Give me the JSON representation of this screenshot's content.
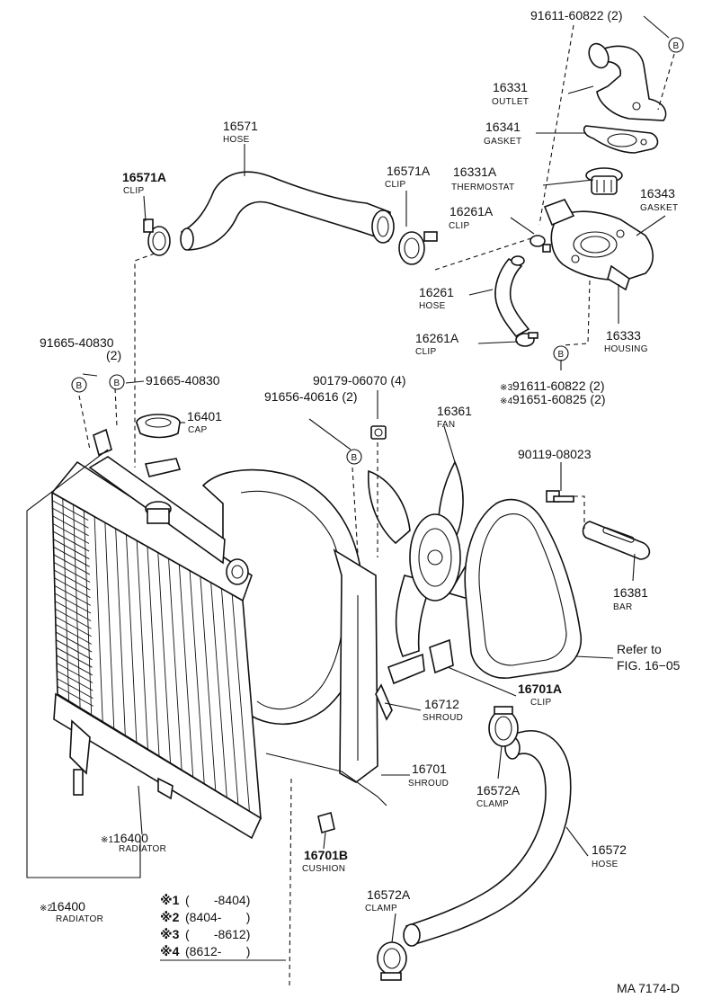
{
  "parts": {
    "outlet_bolt": "91611-60822 (2)",
    "outlet": {
      "num": "16331",
      "name": "OUTLET"
    },
    "outlet_gasket": {
      "num": "16341",
      "name": "GASKET"
    },
    "thermostat": {
      "num": "16331A",
      "name": "THERMOSTAT"
    },
    "housing_gasket": {
      "num": "16343",
      "name": "GASKET"
    },
    "upper_hose": {
      "num": "16571",
      "name": "HOSE"
    },
    "upper_clip_left": {
      "num": "16571A",
      "name": "CLIP"
    },
    "upper_clip_right": {
      "num": "16571A",
      "name": "CLIP"
    },
    "bypass_clip_top": {
      "num": "16261A",
      "name": "CLIP"
    },
    "bypass_hose": {
      "num": "16261",
      "name": "HOSE"
    },
    "bypass_clip_bottom": {
      "num": "16261A",
      "name": "CLIP"
    },
    "housing": {
      "num": "16333",
      "name": "HOUSING"
    },
    "housing_bolt_3": "91611-60822 (2)",
    "housing_bolt_4": "91651-60825 (2)",
    "drain_bolt_a": "91665-40830",
    "drain_bolt_a_qty": "(2)",
    "drain_bolt_b": "91665-40830",
    "shroud_nut": "90179-06070 (4)",
    "shroud_bolt": "91656-40616 (2)",
    "cap": {
      "num": "16401",
      "name": "CAP"
    },
    "fan": {
      "num": "16361",
      "name": "FAN"
    },
    "bar_bolt": "90119-08023",
    "bar": {
      "num": "16381",
      "name": "BAR"
    },
    "refer": {
      "line1": "Refer to",
      "line2": "FIG. 16−05"
    },
    "shroud_clip": {
      "num": "16701A",
      "name": "CLIP"
    },
    "shroud_upper": {
      "num": "16712",
      "name": "SHROUD"
    },
    "shroud_main": {
      "num": "16701",
      "name": "SHROUD"
    },
    "lower_clamp_top": {
      "num": "16572A",
      "name": "CLAMP"
    },
    "radiator_1": {
      "mark": "※1",
      "num": "16400",
      "name": "RADIATOR"
    },
    "cushion": {
      "num": "16701B",
      "name": "CUSHION"
    },
    "lower_hose": {
      "num": "16572",
      "name": "HOSE"
    },
    "radiator_2": {
      "mark": "※2",
      "num": "16400",
      "name": "RADIATOR"
    },
    "lower_clamp_bottom": {
      "num": "16572A",
      "name": "CLAMP"
    }
  },
  "markers": {
    "b": "B",
    "mark3": "※3",
    "mark4": "※4"
  },
  "legend": [
    {
      "mark": "※1",
      "text": "(       -8404)"
    },
    {
      "mark": "※2",
      "text": "(8404-       )"
    },
    {
      "mark": "※3",
      "text": "(       -8612)"
    },
    {
      "mark": "※4",
      "text": "(8612-       )"
    }
  ],
  "figure_id": "MA 7174-D"
}
